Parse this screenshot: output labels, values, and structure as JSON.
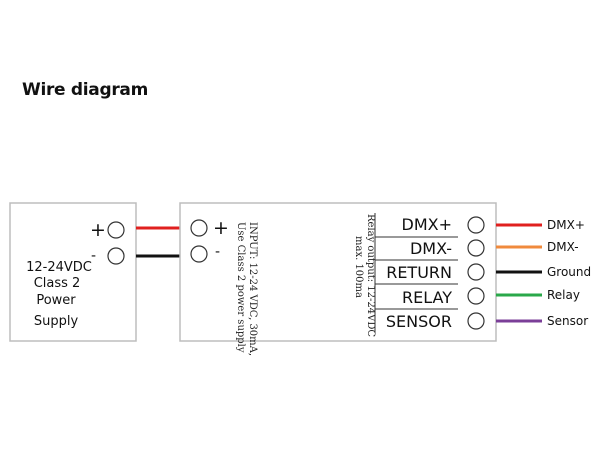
{
  "title": "Wire diagram",
  "power_supply": {
    "lines": [
      "12-24VDC",
      "Class 2",
      "Power",
      "Supply"
    ],
    "plus": "+",
    "minus": "-"
  },
  "module": {
    "input_plus": "+",
    "input_minus": "-",
    "input_text": [
      "INPUT: 12-24 VDC, 30mA,",
      "Use Class 2 power supply"
    ],
    "relay_text": [
      "Relay output: 12-24VDC",
      "max. 100ma"
    ],
    "terminals": [
      "DMX+",
      "DMX-",
      "RETURN",
      "RELAY",
      "SENSOR"
    ]
  },
  "outputs": [
    {
      "label": "DMX+",
      "color": "#e0201f"
    },
    {
      "label": "DMX-",
      "color": "#f08a3c"
    },
    {
      "label": "Ground",
      "color": "#111111"
    },
    {
      "label": "Relay",
      "color": "#2aa84a"
    },
    {
      "label": "Sensor",
      "color": "#7b3f98"
    }
  ],
  "input_wires": [
    {
      "color": "#e0201f"
    },
    {
      "color": "#111111"
    }
  ],
  "colors": {
    "box_stroke": "#bdbdbd"
  }
}
